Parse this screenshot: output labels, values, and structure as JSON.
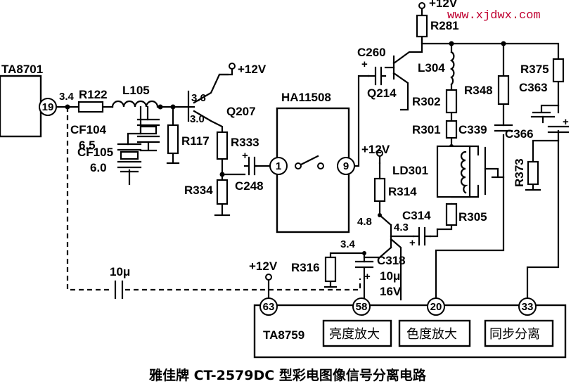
{
  "watermark": "www.xjdwx.com",
  "caption": "雅佳牌 CT-2579DC 型彩电图像信号分离电路",
  "ics": {
    "ta8701": {
      "name": "TA8701",
      "pin": "19"
    },
    "ha11508": {
      "name": "HA11508",
      "pin_in": "1",
      "pin_out": "9"
    },
    "ta8759": {
      "name": "TA8759",
      "pins": [
        "63",
        "58",
        "20",
        "33"
      ],
      "blocks": [
        "亮度放大",
        "色度放大",
        "同步分离"
      ]
    }
  },
  "components": {
    "r122": "R122",
    "l105": "L105",
    "cf104": "CF104",
    "cf104_freq": "6.5",
    "cf105": "CF105",
    "cf105_freq": "6.0",
    "r117": "R117",
    "q207": "Q207",
    "r333": "R333",
    "r334": "R334",
    "c248": "C248",
    "c260": "C260",
    "q214": "Q214",
    "r281": "R281",
    "l304": "L304",
    "r302": "R302",
    "r301": "R301",
    "c339": "C339",
    "r348": "R348",
    "ld301": "LD301",
    "r305": "R305",
    "r375": "R375",
    "c363": "C363",
    "c366": "C366",
    "r373": "R373",
    "r314": "R314",
    "c314": "C314",
    "r316": "R316",
    "c318": "C318",
    "c318_value": "10μ",
    "c318_voltage": "16V",
    "cap_10u": "10μ"
  },
  "supply": {
    "v12": "+12V"
  },
  "voltages": {
    "v34_left": "3.4",
    "v36": "3.6",
    "v30": "3.0",
    "v48": "4.8",
    "v43": "4.3",
    "v34_bottom": "3.4"
  }
}
